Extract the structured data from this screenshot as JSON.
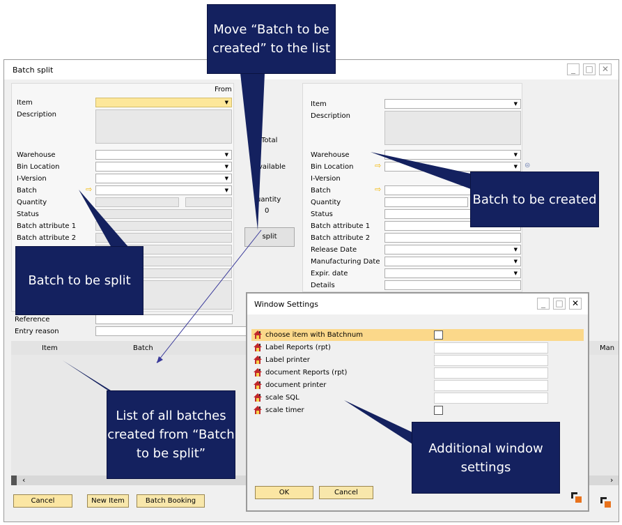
{
  "main_window": {
    "title": "Batch split",
    "from_label": "From",
    "left_fields": {
      "item": "Item",
      "description": "Description",
      "warehouse": "Warehouse",
      "bin_location": "Bin Location",
      "i_version": "I-Version",
      "batch": "Batch",
      "quantity": "Quantity",
      "status": "Status",
      "batch_attribute_1": "Batch attribute 1",
      "batch_attribute_2": "Batch attribute 2",
      "reference": "Reference",
      "entry_reason": "Entry reason"
    },
    "middle": {
      "total": "Total",
      "available": "vailable",
      "quantity": "uantity",
      "quantity_value": "0",
      "split_button": "split"
    },
    "right_fields": {
      "item": "Item",
      "description": "Description",
      "warehouse": "Warehouse",
      "bin_location": "Bin Location",
      "i_version": "I-Version",
      "batch": "Batch",
      "quantity": "Quantity",
      "status": "Status",
      "batch_attribute_1": "Batch attribute 1",
      "batch_attribute_2": "Batch attribute 2",
      "release_date": "Release Date",
      "manufacturing_date": "Manufacturing Date",
      "expir_date": "Expir. date",
      "details": "Details"
    },
    "grid_columns": [
      "Item",
      "Batch",
      "Man"
    ],
    "buttons": {
      "cancel": "Cancel",
      "new_item": "New Item",
      "batch_booking": "Batch Booking"
    }
  },
  "window_settings": {
    "title": "Window Settings",
    "rows": [
      {
        "label": "choose item with Batchnum",
        "type": "checkbox"
      },
      {
        "label": "Label Reports (rpt)",
        "type": "text"
      },
      {
        "label": "Label printer",
        "type": "text"
      },
      {
        "label": "document Reports (rpt)",
        "type": "text"
      },
      {
        "label": "document printer",
        "type": "text"
      },
      {
        "label": "scale SQL",
        "type": "text"
      },
      {
        "label": "scale timer",
        "type": "checkbox"
      }
    ],
    "ok": "OK",
    "cancel": "Cancel"
  },
  "callouts": {
    "move": "Move “Batch to be created” to the list",
    "created": "Batch to be created",
    "split": "Batch to be split",
    "list": "List of all batches created from “Batch to be split”",
    "additional": "Additional window settings"
  },
  "colors": {
    "callout_bg": "#14215f",
    "button_bg": "#fbe6a3",
    "highlight_row": "#fbd88a",
    "arrow": "#f2b600"
  },
  "icons": [
    "dropdown-arrow-icon",
    "link-arrow-icon",
    "house-settings-icon",
    "minimize-icon",
    "maximize-icon",
    "close-icon",
    "scroll-left-icon",
    "scroll-right-icon",
    "sap-logo-icon"
  ]
}
